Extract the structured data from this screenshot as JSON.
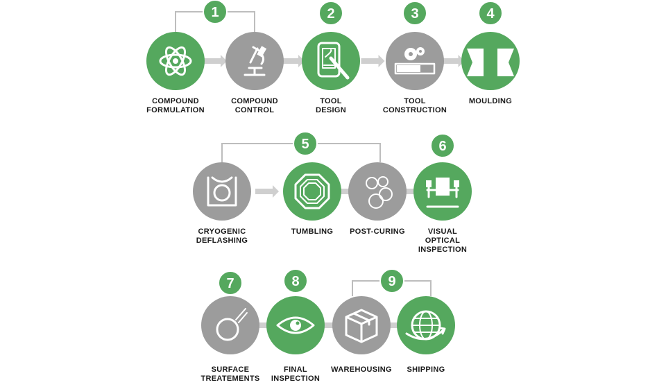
{
  "colors": {
    "green": "#55a85e",
    "grey": "#9c9c9c",
    "arrow": "#cfcfcf",
    "bracket": "#bdbdbd",
    "text": "#1a1a1a"
  },
  "steps": [
    {
      "id": "compound-formulation",
      "lines": [
        "COMPOUND",
        "FORMULATION"
      ],
      "color": "green",
      "icon": "atom-icon"
    },
    {
      "id": "compound-control",
      "lines": [
        "COMPOUND",
        "CONTROL"
      ],
      "color": "grey",
      "icon": "microscope-icon"
    },
    {
      "id": "tool-design",
      "lines": [
        "TOOL",
        "DESIGN"
      ],
      "color": "green",
      "icon": "tablet-pen-icon"
    },
    {
      "id": "tool-construction",
      "lines": [
        "TOOL",
        "CONSTRUCTION"
      ],
      "color": "grey",
      "icon": "gears-icon"
    },
    {
      "id": "moulding",
      "lines": [
        "MOULDING"
      ],
      "color": "green",
      "icon": "mould-icon"
    },
    {
      "id": "cryogenic-deflashing",
      "lines": [
        "CRYOGENIC",
        "DEFLASHING"
      ],
      "color": "grey",
      "icon": "cryogenic-icon"
    },
    {
      "id": "tumbling",
      "lines": [
        "TUMBLING"
      ],
      "color": "green",
      "icon": "octagon-icon"
    },
    {
      "id": "post-curing",
      "lines": [
        "POST-CURING"
      ],
      "color": "grey",
      "icon": "rings-icon"
    },
    {
      "id": "visual-optical-inspection",
      "lines": [
        "VISUAL",
        "OPTICAL",
        "INSPECTION"
      ],
      "color": "green",
      "icon": "inspection-stand-icon"
    },
    {
      "id": "surface-treatements",
      "lines": [
        "SURFACE",
        "TREATEMENTS"
      ],
      "color": "grey",
      "icon": "ring-brush-icon"
    },
    {
      "id": "final-inspection",
      "lines": [
        "FINAL",
        "INSPECTION"
      ],
      "color": "green",
      "icon": "eye-icon"
    },
    {
      "id": "warehousing",
      "lines": [
        "WAREHOUSING"
      ],
      "color": "grey",
      "icon": "box-icon"
    },
    {
      "id": "shipping",
      "lines": [
        "SHIPPING"
      ],
      "color": "green",
      "icon": "globe-arrow-icon"
    }
  ],
  "badges": [
    "1",
    "2",
    "3",
    "4",
    "5",
    "6",
    "7",
    "8",
    "9"
  ]
}
